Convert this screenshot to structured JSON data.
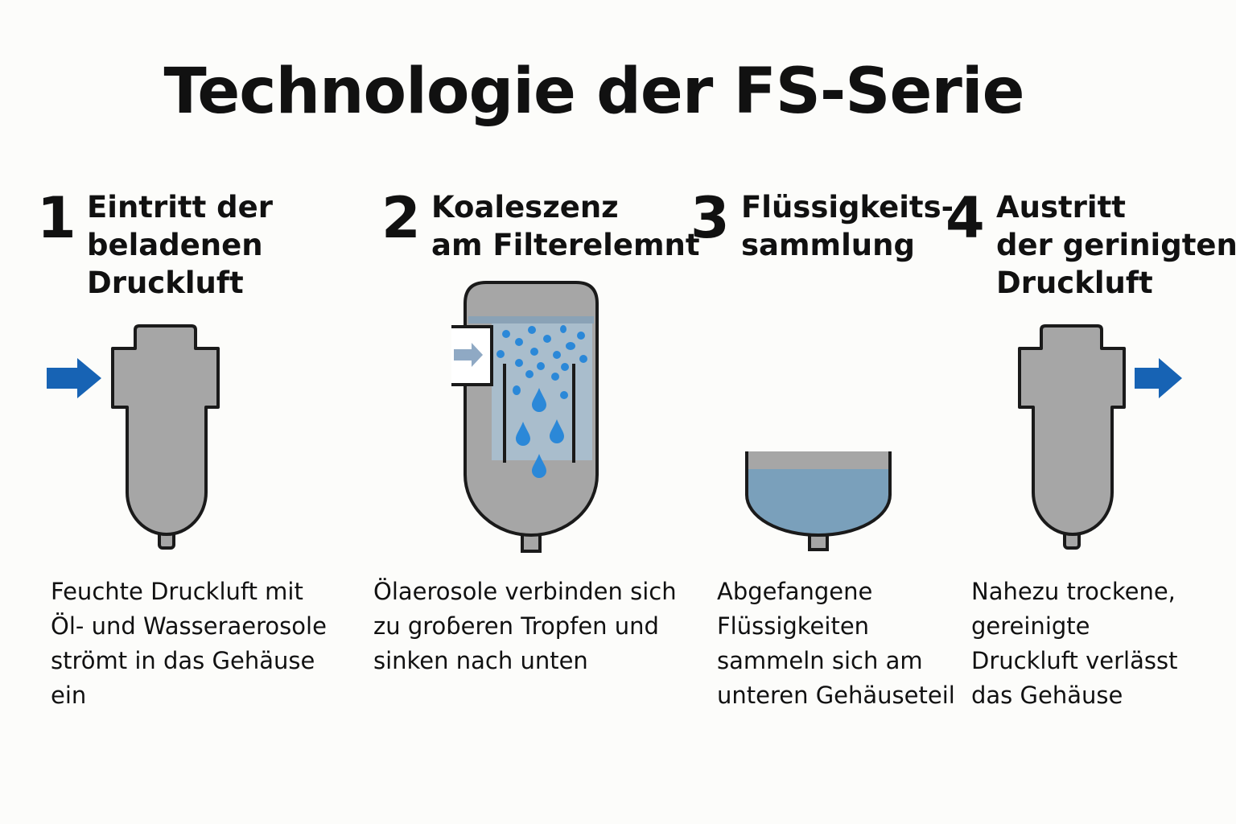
{
  "title": "Technologie der FS-Serie",
  "colors": {
    "housing": "#a6a6a6",
    "outline": "#1a1a1a",
    "arrow": "#1763b4",
    "inlet_arrow": "#8fa9c4",
    "droplet": "#2b88d8",
    "liquid": "#7aa0bb",
    "filter_zone": "#a9bdcc"
  },
  "steps": [
    {
      "number": "1",
      "heading": [
        "Eintritt der",
        "beladenen",
        "Druckluft"
      ],
      "description": [
        "Feuchte Druckluft mit",
        "Öl- und Wasseraerosole",
        "strömt in das Gehäuse",
        "ein"
      ],
      "icon": "filter-housing-inlet-icon"
    },
    {
      "number": "2",
      "heading": [
        "Koaleszenz",
        "am Filterelemnt"
      ],
      "description": [
        "Ölaerosole verbinden sich",
        "zu groɓeren Tropfen und",
        "sinken nach unten"
      ],
      "icon": "coalescing-filter-icon"
    },
    {
      "number": "3",
      "heading": [
        "Flüssigkeits-",
        "sammlung"
      ],
      "description": [
        "Abgefangene",
        "Flüssigkeiten",
        "sammeln sich am",
        "unteren Gehäuseteil"
      ],
      "icon": "liquid-collection-bowl-icon"
    },
    {
      "number": "4",
      "heading": [
        "Austritt",
        "der gerinigten",
        "Druckluft"
      ],
      "description": [
        "Nahezu trockene,",
        "gereinigte",
        "Druckluft verlässt",
        "das Gehäuse"
      ],
      "icon": "filter-housing-outlet-icon"
    }
  ]
}
